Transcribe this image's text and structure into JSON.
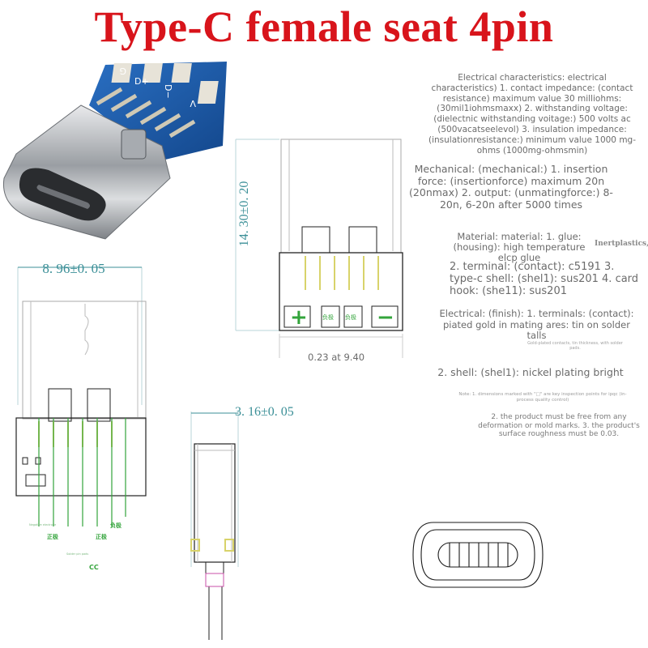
{
  "title": "Type-C female seat 4pin",
  "specs": {
    "electrical_characteristics": "Electrical characteristics: electrical characteristics) 1. contact impedance: (contact resistance) maximum value 30 milliohms: (30mil1iohmsmaxx) 2. withstanding voltage: (dielectnic withstanding voitage:) 500 volts ac (500vacatseelevol) 3. insulation impedance: (insulationresistance:) minimum value 1000 mg-ohms (1000mg-ohmsmin)",
    "mechanical": "Mechanical: (mechanical:) 1. insertion force: (insertionforce) maximum 20n (20nmax) 2. output: (unmatingforce:) 8-20n, 6-20n after 5000 times",
    "material_a": "Material: material: 1. glue: (housing): high temperature elcp glue",
    "material_side": "Inertplastics,",
    "material_b": "2. terminal: (contact): c5191 3. type-c shell: (shel1): sus201 4. card hook: (she11): sus201",
    "electrical_finish": "Electrical: (finish): 1. terminals: (contact): piated gold in mating ares: tin on solder talls",
    "finish_small": "Gold-plated contacts, tin thickness, with solder pads.",
    "shell": "2. shell: (shel1): nickel plating bright",
    "note": "Note: 1. dimensions marked with \"□\" are key inspection points for ipqc (in-process quality control)",
    "note_2": "2. the product must be free from any deformation or mold marks. 3. the product's surface roughness must be 0.03."
  },
  "dimensions": {
    "width": "8. 96±0. 05",
    "height": "14. 30±0. 20",
    "thickness": "3. 16±0. 05",
    "pitch": "0.23 at 9.40"
  },
  "pin_labels": {
    "pcb_g": "G",
    "pcb_dplus": "D+",
    "pcb_dminus": "D−",
    "pcb_v": "V",
    "plus_sign": "+",
    "minus_sign": "−",
    "pad_label": "负极",
    "left_pos": "正极",
    "mid_pos": "正极",
    "right_neg": "负极",
    "cc": "CC",
    "small_left": "Negative electrode",
    "small_mid": "Solder pin pads"
  },
  "colors": {
    "title": "#d8141b",
    "dimension": "#3b8f97",
    "drawing_line": "#1a1a1a",
    "pin_green": "#33a43b",
    "pin_yellow": "#d8d36a",
    "pcb_blue": "#1f5fb0",
    "shell_metal": "#b9bcc0"
  }
}
